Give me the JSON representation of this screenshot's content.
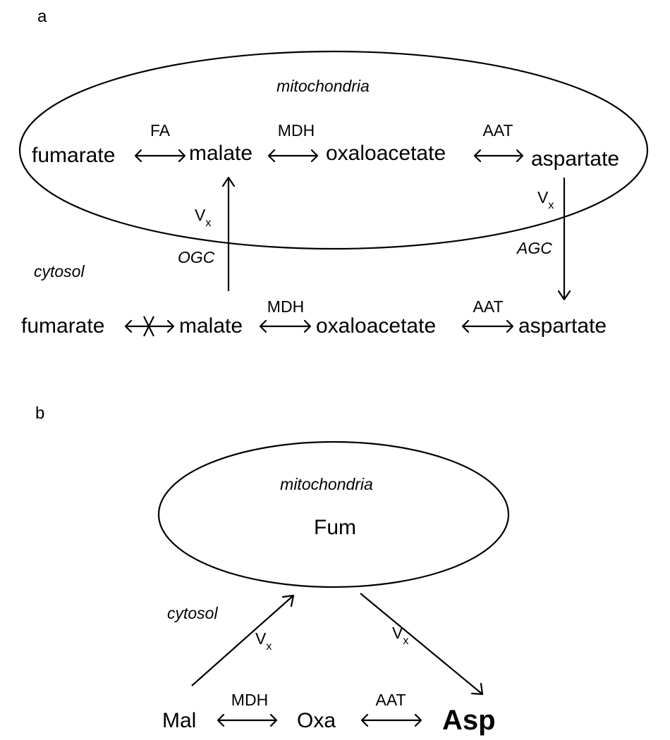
{
  "panel_a": {
    "label": "a",
    "compartments": {
      "mitochondria": "mitochondria",
      "cytosol": "cytosol"
    },
    "mito_row": {
      "fumarate": "fumarate",
      "malate": "malate",
      "oxaloacetate": "oxaloacetate",
      "aspartate": "aspartate"
    },
    "mito_enzymes": {
      "fa": "FA",
      "mdh": "MDH",
      "aat": "AAT"
    },
    "cyto_row": {
      "fumarate": "fumarate",
      "malate": "malate",
      "oxaloacetate": "oxaloacetate",
      "aspartate": "aspartate"
    },
    "cyto_enzymes": {
      "mdh": "MDH",
      "aat": "AAT"
    },
    "transport": {
      "v": "V",
      "v_sub": "x",
      "ogc": "OGC",
      "agc": "AGC"
    }
  },
  "panel_b": {
    "label": "b",
    "compartments": {
      "mitochondria": "mitochondria",
      "cytosol": "cytosol"
    },
    "fum": "Fum",
    "row": {
      "mal": "Mal",
      "oxa": "Oxa",
      "asp": "Asp"
    },
    "enzymes": {
      "mdh": "MDH",
      "aat": "AAT"
    },
    "transport": {
      "v": "V",
      "v_sub": "x"
    }
  }
}
